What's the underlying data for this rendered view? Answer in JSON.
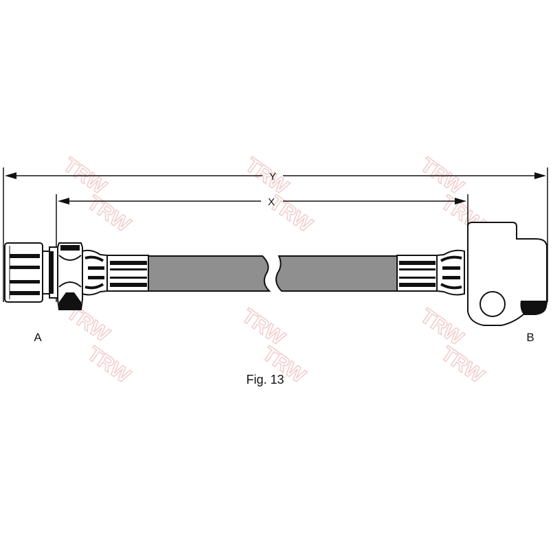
{
  "labels": {
    "dimension_y": "Y",
    "dimension_x": "X",
    "end_a": "A",
    "end_b": "B",
    "caption": "Fig. 13"
  },
  "watermark": {
    "text": "TRW",
    "color": "#e8a7a7"
  },
  "colors": {
    "line": "#111111",
    "hose_fill": "#8f8f8f",
    "background": "#ffffff"
  }
}
